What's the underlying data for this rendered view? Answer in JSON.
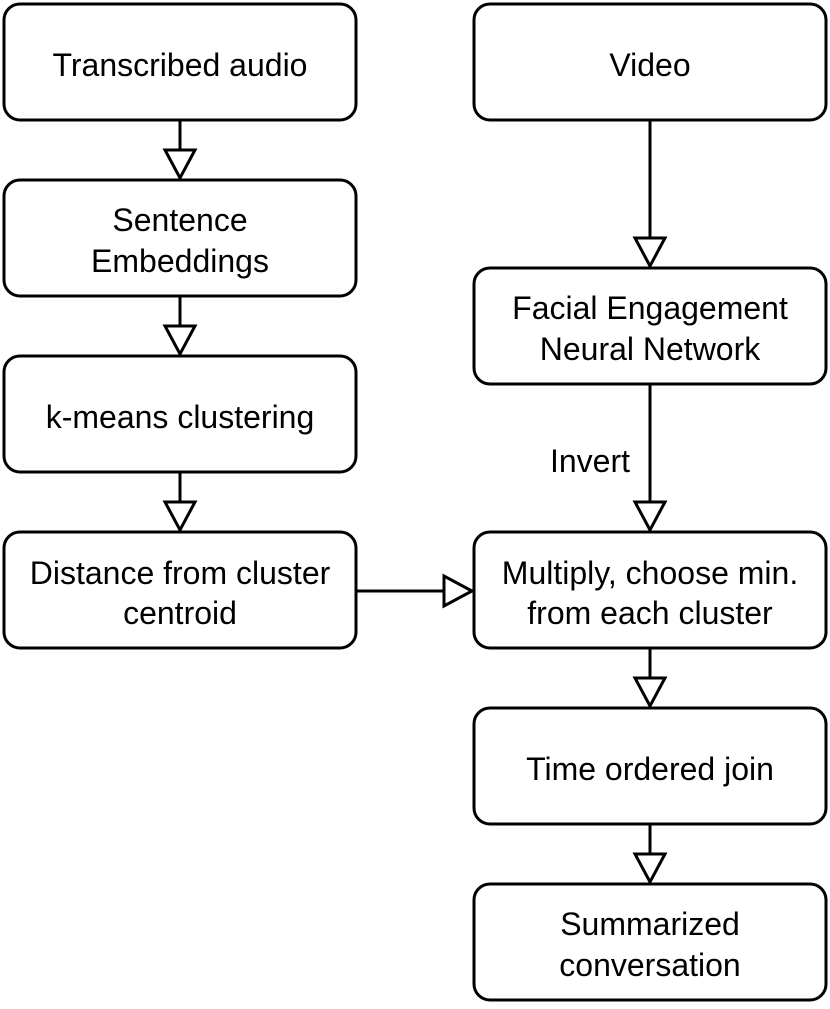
{
  "nodes": {
    "transcribed_audio": {
      "lines": [
        "Transcribed audio"
      ]
    },
    "sentence_embeddings": {
      "lines": [
        "Sentence",
        "Embeddings"
      ]
    },
    "kmeans_clustering": {
      "lines": [
        "k-means clustering"
      ]
    },
    "distance_centroid": {
      "lines": [
        "Distance from cluster",
        "centroid"
      ]
    },
    "video": {
      "lines": [
        "Video"
      ]
    },
    "facial_engagement": {
      "lines": [
        "Facial Engagement",
        "Neural Network"
      ]
    },
    "multiply_choose": {
      "lines": [
        "Multiply, choose min.",
        "from each cluster"
      ]
    },
    "time_ordered_join": {
      "lines": [
        "Time ordered join"
      ]
    },
    "summarized_conversation": {
      "lines": [
        "Summarized",
        "conversation"
      ]
    }
  },
  "edges": {
    "invert_label": "Invert"
  },
  "colors": {
    "stroke": "#000000",
    "fill": "#ffffff"
  }
}
